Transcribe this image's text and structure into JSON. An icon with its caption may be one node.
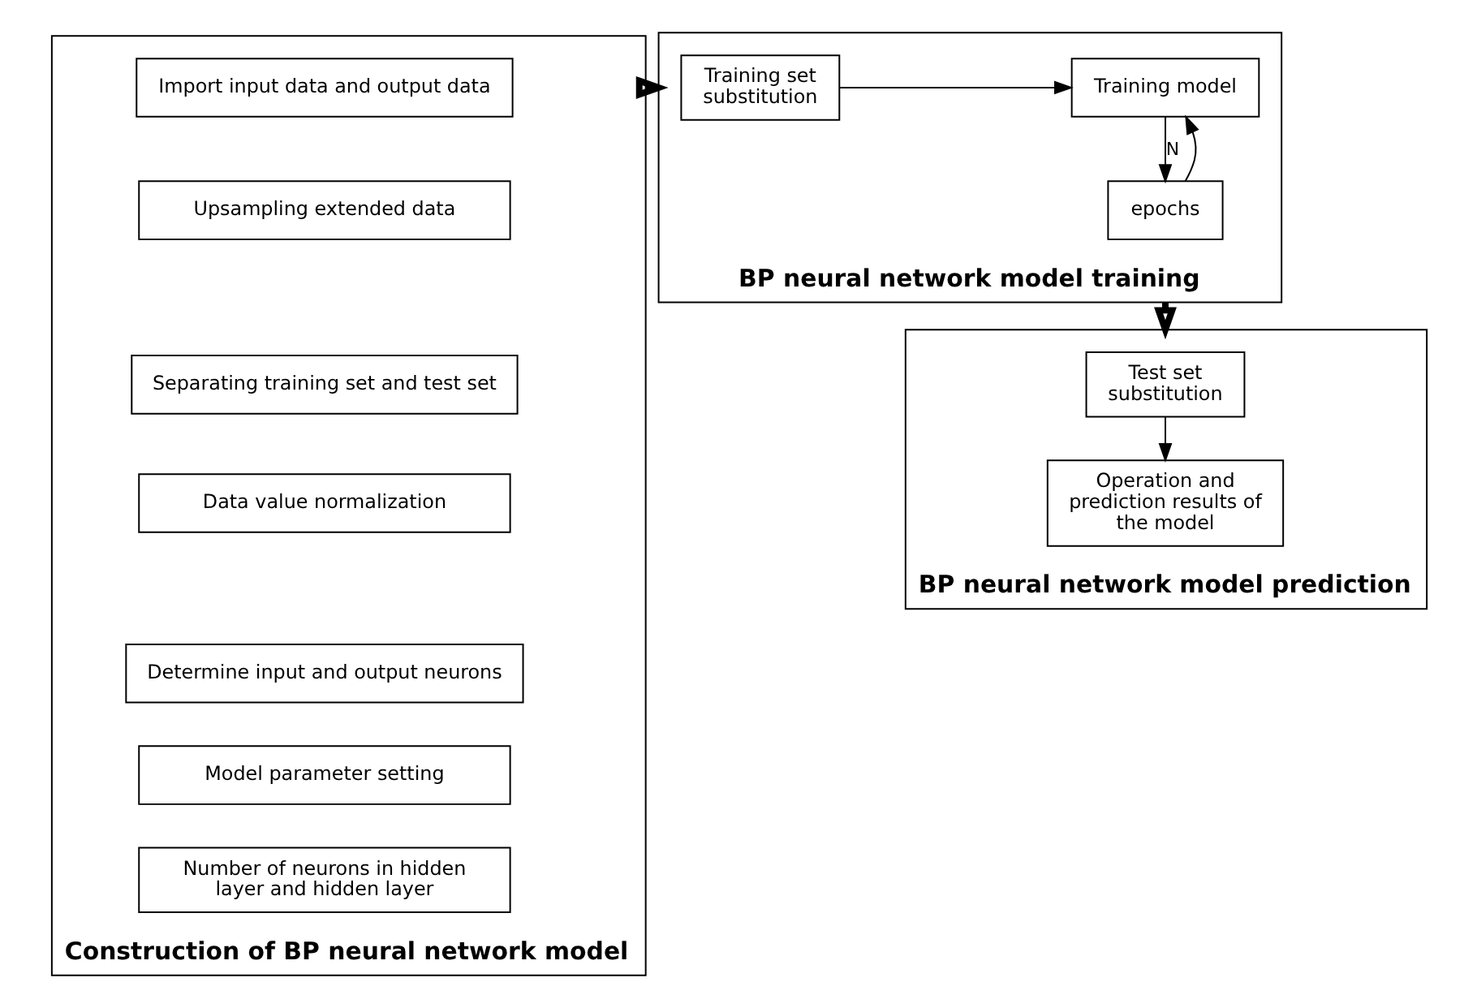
{
  "diagram": {
    "nodes": [
      {
        "text": [
          "Construction of BP neural network model"
        ]
      },
      {
        "text": [
          "Import input data and output data"
        ],
        "in": 0
      },
      {
        "text": [
          "Upsampling extended data"
        ],
        "in": 0
      },
      {
        "text": [
          "Separating training set and test set"
        ],
        "in": 0
      },
      {
        "text": [
          "Data value normalization"
        ],
        "in": 0
      },
      {
        "text": [
          "Determine input and output neurons"
        ],
        "in": 0
      },
      {
        "text": [
          "Model parameter setting"
        ],
        "in": 0
      },
      {
        "text": [
          "Number of neurons in hidden layer and hidden layer"
        ],
        "in": 0
      },
      {
        "text": [
          "BP neural network model training"
        ]
      },
      {
        "text": [
          "Training set substitution"
        ],
        "in": 8
      },
      {
        "text": [
          "Training model"
        ],
        "in": 8
      },
      {
        "text": [
          "epochs"
        ],
        "in": 8
      },
      {
        "text": [
          "BP neural network model prediction"
        ]
      },
      {
        "text": [
          "Test set substitution"
        ],
        "in": 12
      },
      {
        "text": [
          "Operation and prediction results of the model"
        ],
        "in": 12
      }
    ],
    "edges": [
      {
        "from": 0,
        "to": 8,
        "arrow": "to",
        "style": "thick"
      },
      {
        "from": 9,
        "to": 10,
        "arrow": "to"
      },
      {
        "from": 10,
        "to": 11,
        "arrow": "to",
        "label": "N"
      },
      {
        "from": 11,
        "to": 10,
        "arrow": "to"
      },
      {
        "from": 8,
        "to": 12,
        "arrow": "to",
        "style": "thick"
      },
      {
        "from": 13,
        "to": 14,
        "arrow": "to"
      }
    ]
  }
}
